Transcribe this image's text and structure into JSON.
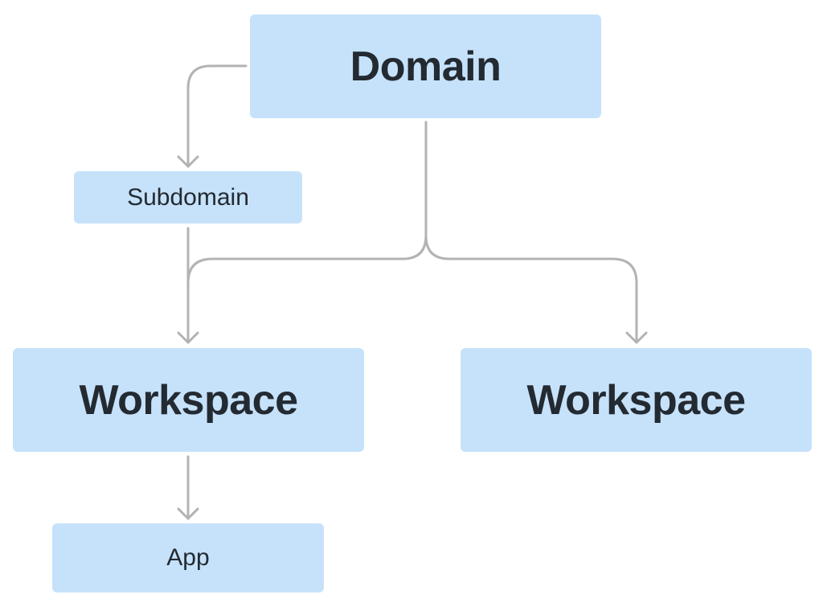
{
  "diagram": {
    "nodes": {
      "domain": {
        "label": "Domain"
      },
      "subdomain": {
        "label": "Subdomain"
      },
      "workspace_left": {
        "label": "Workspace"
      },
      "workspace_right": {
        "label": "Workspace"
      },
      "app": {
        "label": "App"
      }
    },
    "edges": [
      {
        "from": "domain",
        "to": "subdomain"
      },
      {
        "from": "domain",
        "to": "workspace_left"
      },
      {
        "from": "domain",
        "to": "workspace_right"
      },
      {
        "from": "subdomain",
        "to": "workspace_left"
      },
      {
        "from": "workspace_left",
        "to": "app"
      }
    ],
    "colors": {
      "node_fill": "#c6e2fb",
      "node_text": "#232a31",
      "connector": "#b3b3b3"
    }
  }
}
